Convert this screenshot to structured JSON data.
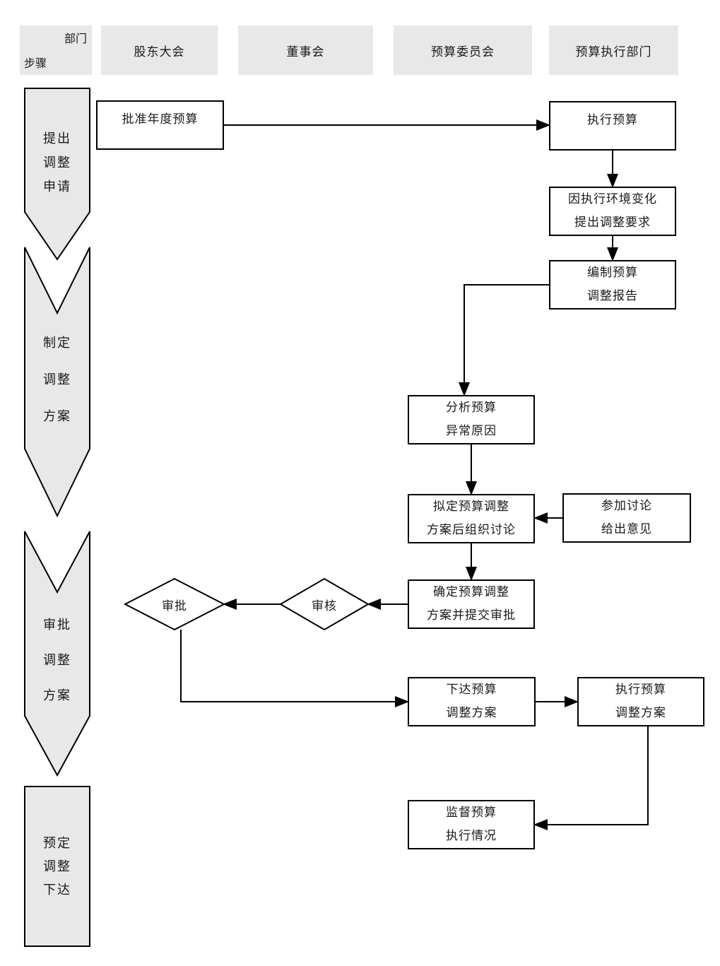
{
  "colors": {
    "header_fill": "#e8e8e8",
    "phase_fill": "#e8e8e8",
    "box_fill": "#ffffff",
    "line": "#000000",
    "text": "#1a1a1a"
  },
  "header": {
    "corner_top_right": "部门",
    "corner_bottom_left": "步骤",
    "columns": [
      {
        "label": "股东大会"
      },
      {
        "label": "董事会"
      },
      {
        "label": "预算委员会"
      },
      {
        "label": "预算执行部门"
      }
    ]
  },
  "phases": [
    {
      "label": "提出\n调整\n申请"
    },
    {
      "label": "制定\n调整\n方案"
    },
    {
      "label": "审批\n调整\n方案"
    },
    {
      "label": "预定\n调整\n下达"
    }
  ],
  "nodes": {
    "approve_annual_budget": "批准年度预算",
    "execute_budget": "执行预算",
    "env_change_request": "因执行环境变化\n提出调整要求",
    "prepare_adjustment_report": "编制预算\n调整报告",
    "analyze_abnormal_causes": "分析预算\n异常原因",
    "draft_plan_discussion": "拟定预算调整\n方案后组织讨论",
    "join_discussion_opinions": "参加讨论\n给出意见",
    "confirm_plan_submit": "确定预算调整\n方案并提交审批",
    "issue_adjustment_plan": "下达预算\n调整方案",
    "execute_adjustment_plan": "执行预算\n调整方案",
    "supervise_execution": "监督预算\n执行情况"
  },
  "decisions": {
    "review": "审核",
    "approve": "审批"
  }
}
